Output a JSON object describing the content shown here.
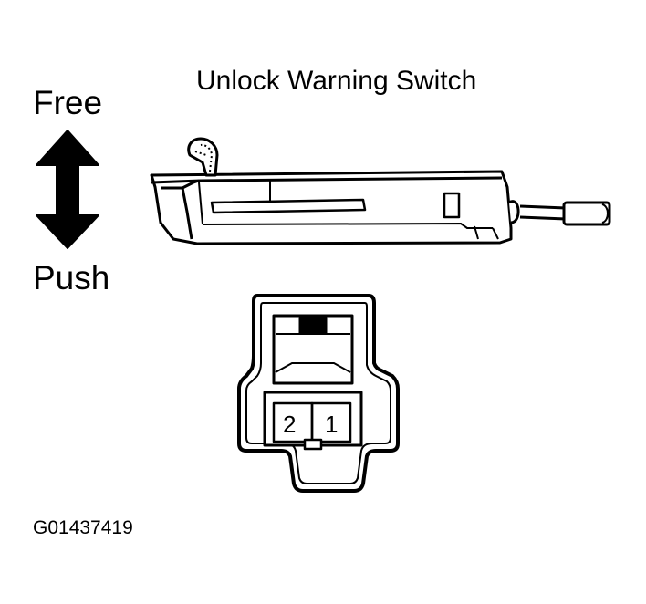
{
  "title": "Unlock Warning Switch",
  "direction": {
    "up_label": "Free",
    "down_label": "Push"
  },
  "connector": {
    "pins": [
      "2",
      "1"
    ]
  },
  "figure_id": "G01437419"
}
